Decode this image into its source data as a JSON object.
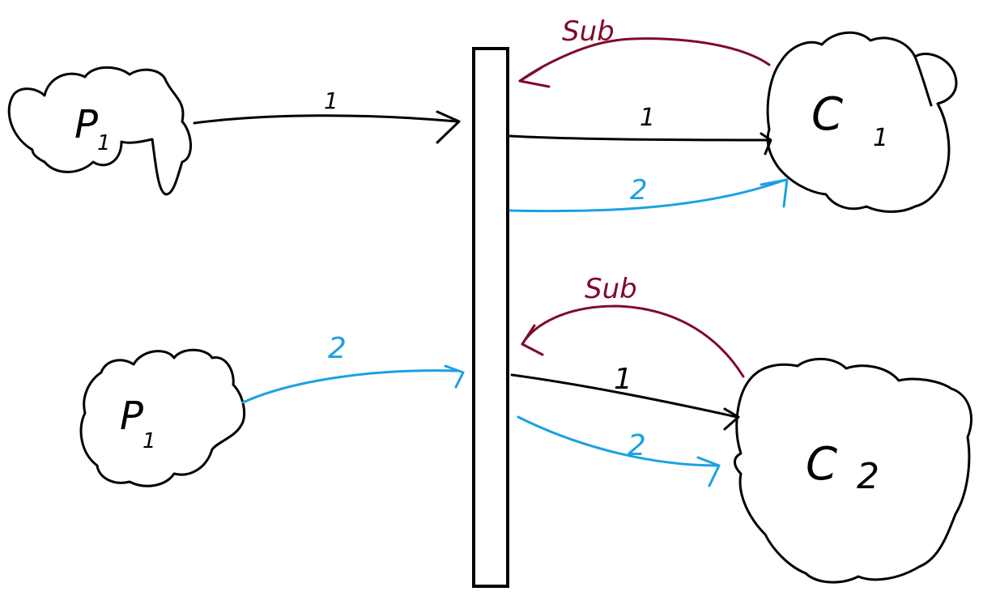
{
  "colors": {
    "ink": "#000000",
    "message_one": "#000000",
    "message_two": "#1ba1e2",
    "subscribe": "#7f0b2a"
  },
  "nodes": {
    "producer_top": {
      "letter": "P",
      "index": "1"
    },
    "producer_bottom": {
      "letter": "P",
      "index": "1"
    },
    "consumer_top": {
      "letter": "C",
      "index": "1"
    },
    "consumer_bottom": {
      "letter": "C",
      "index": "2"
    }
  },
  "edges": {
    "producer_top_to_queue": "1",
    "producer_bottom_to_queue": "2",
    "queue_to_consumer_top_msg1": "1",
    "queue_to_consumer_top_msg2": "2",
    "queue_to_consumer_bottom_msg1": "1",
    "queue_to_consumer_bottom_msg2": "2",
    "consumer_top_subscribe": "Sub",
    "consumer_bottom_subscribe": "Sub"
  }
}
